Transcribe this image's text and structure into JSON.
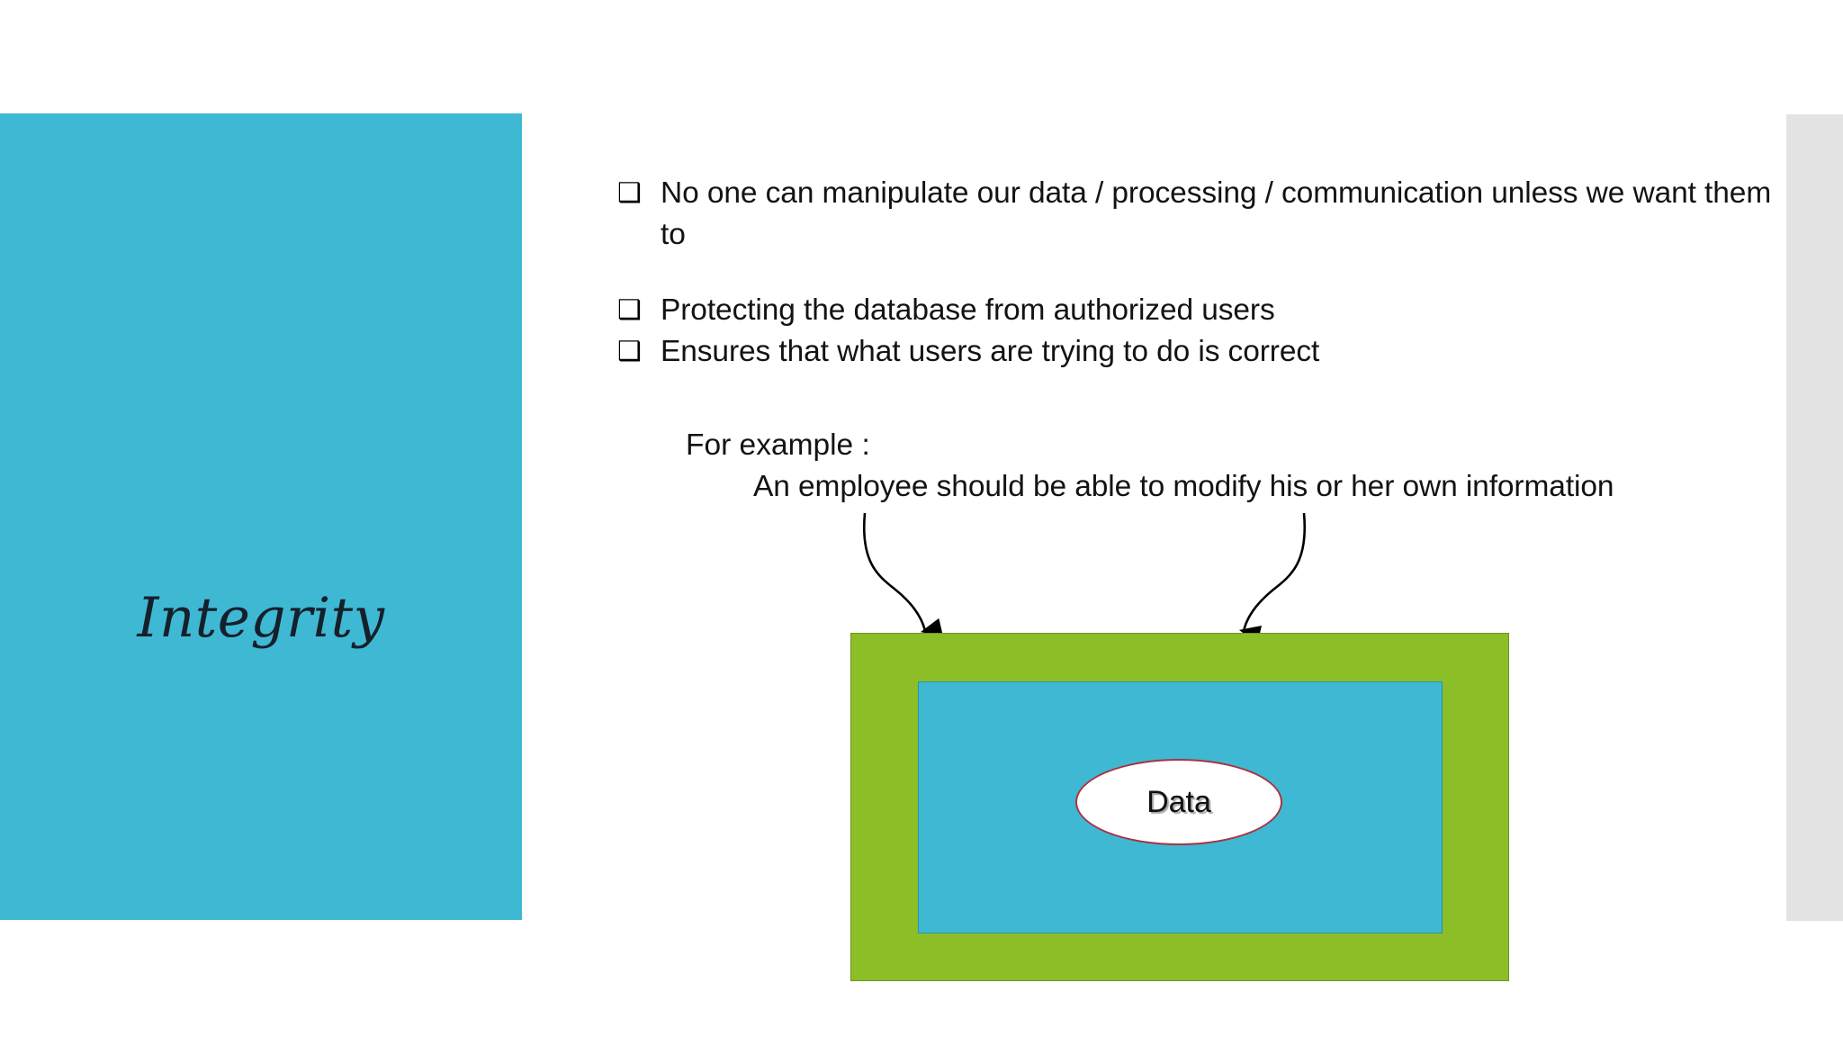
{
  "slide": {
    "title": "Integrity",
    "bullet_glyph": "❑",
    "accent_blue": "#3fb8d4",
    "accent_green": "#8cbe28",
    "ellipse_border": "#a93340",
    "right_strip_color": "#e3e3e3",
    "text_color": "#131313"
  },
  "bullets": [
    {
      "glyph": "❑",
      "text": "No one can manipulate our data / processing / communication unless we want them to"
    },
    {
      "glyph": "❑",
      "text": "Protecting the database from authorized users"
    },
    {
      "glyph": "❑",
      "text": "Ensures that what users are trying to do is correct"
    }
  ],
  "example": {
    "lead": "For example :",
    "detail": "An employee should be able to modify his or her own information"
  },
  "diagram": {
    "outer_label": "",
    "inner_label": "",
    "data_label": "Data",
    "arrow_count": 2
  }
}
